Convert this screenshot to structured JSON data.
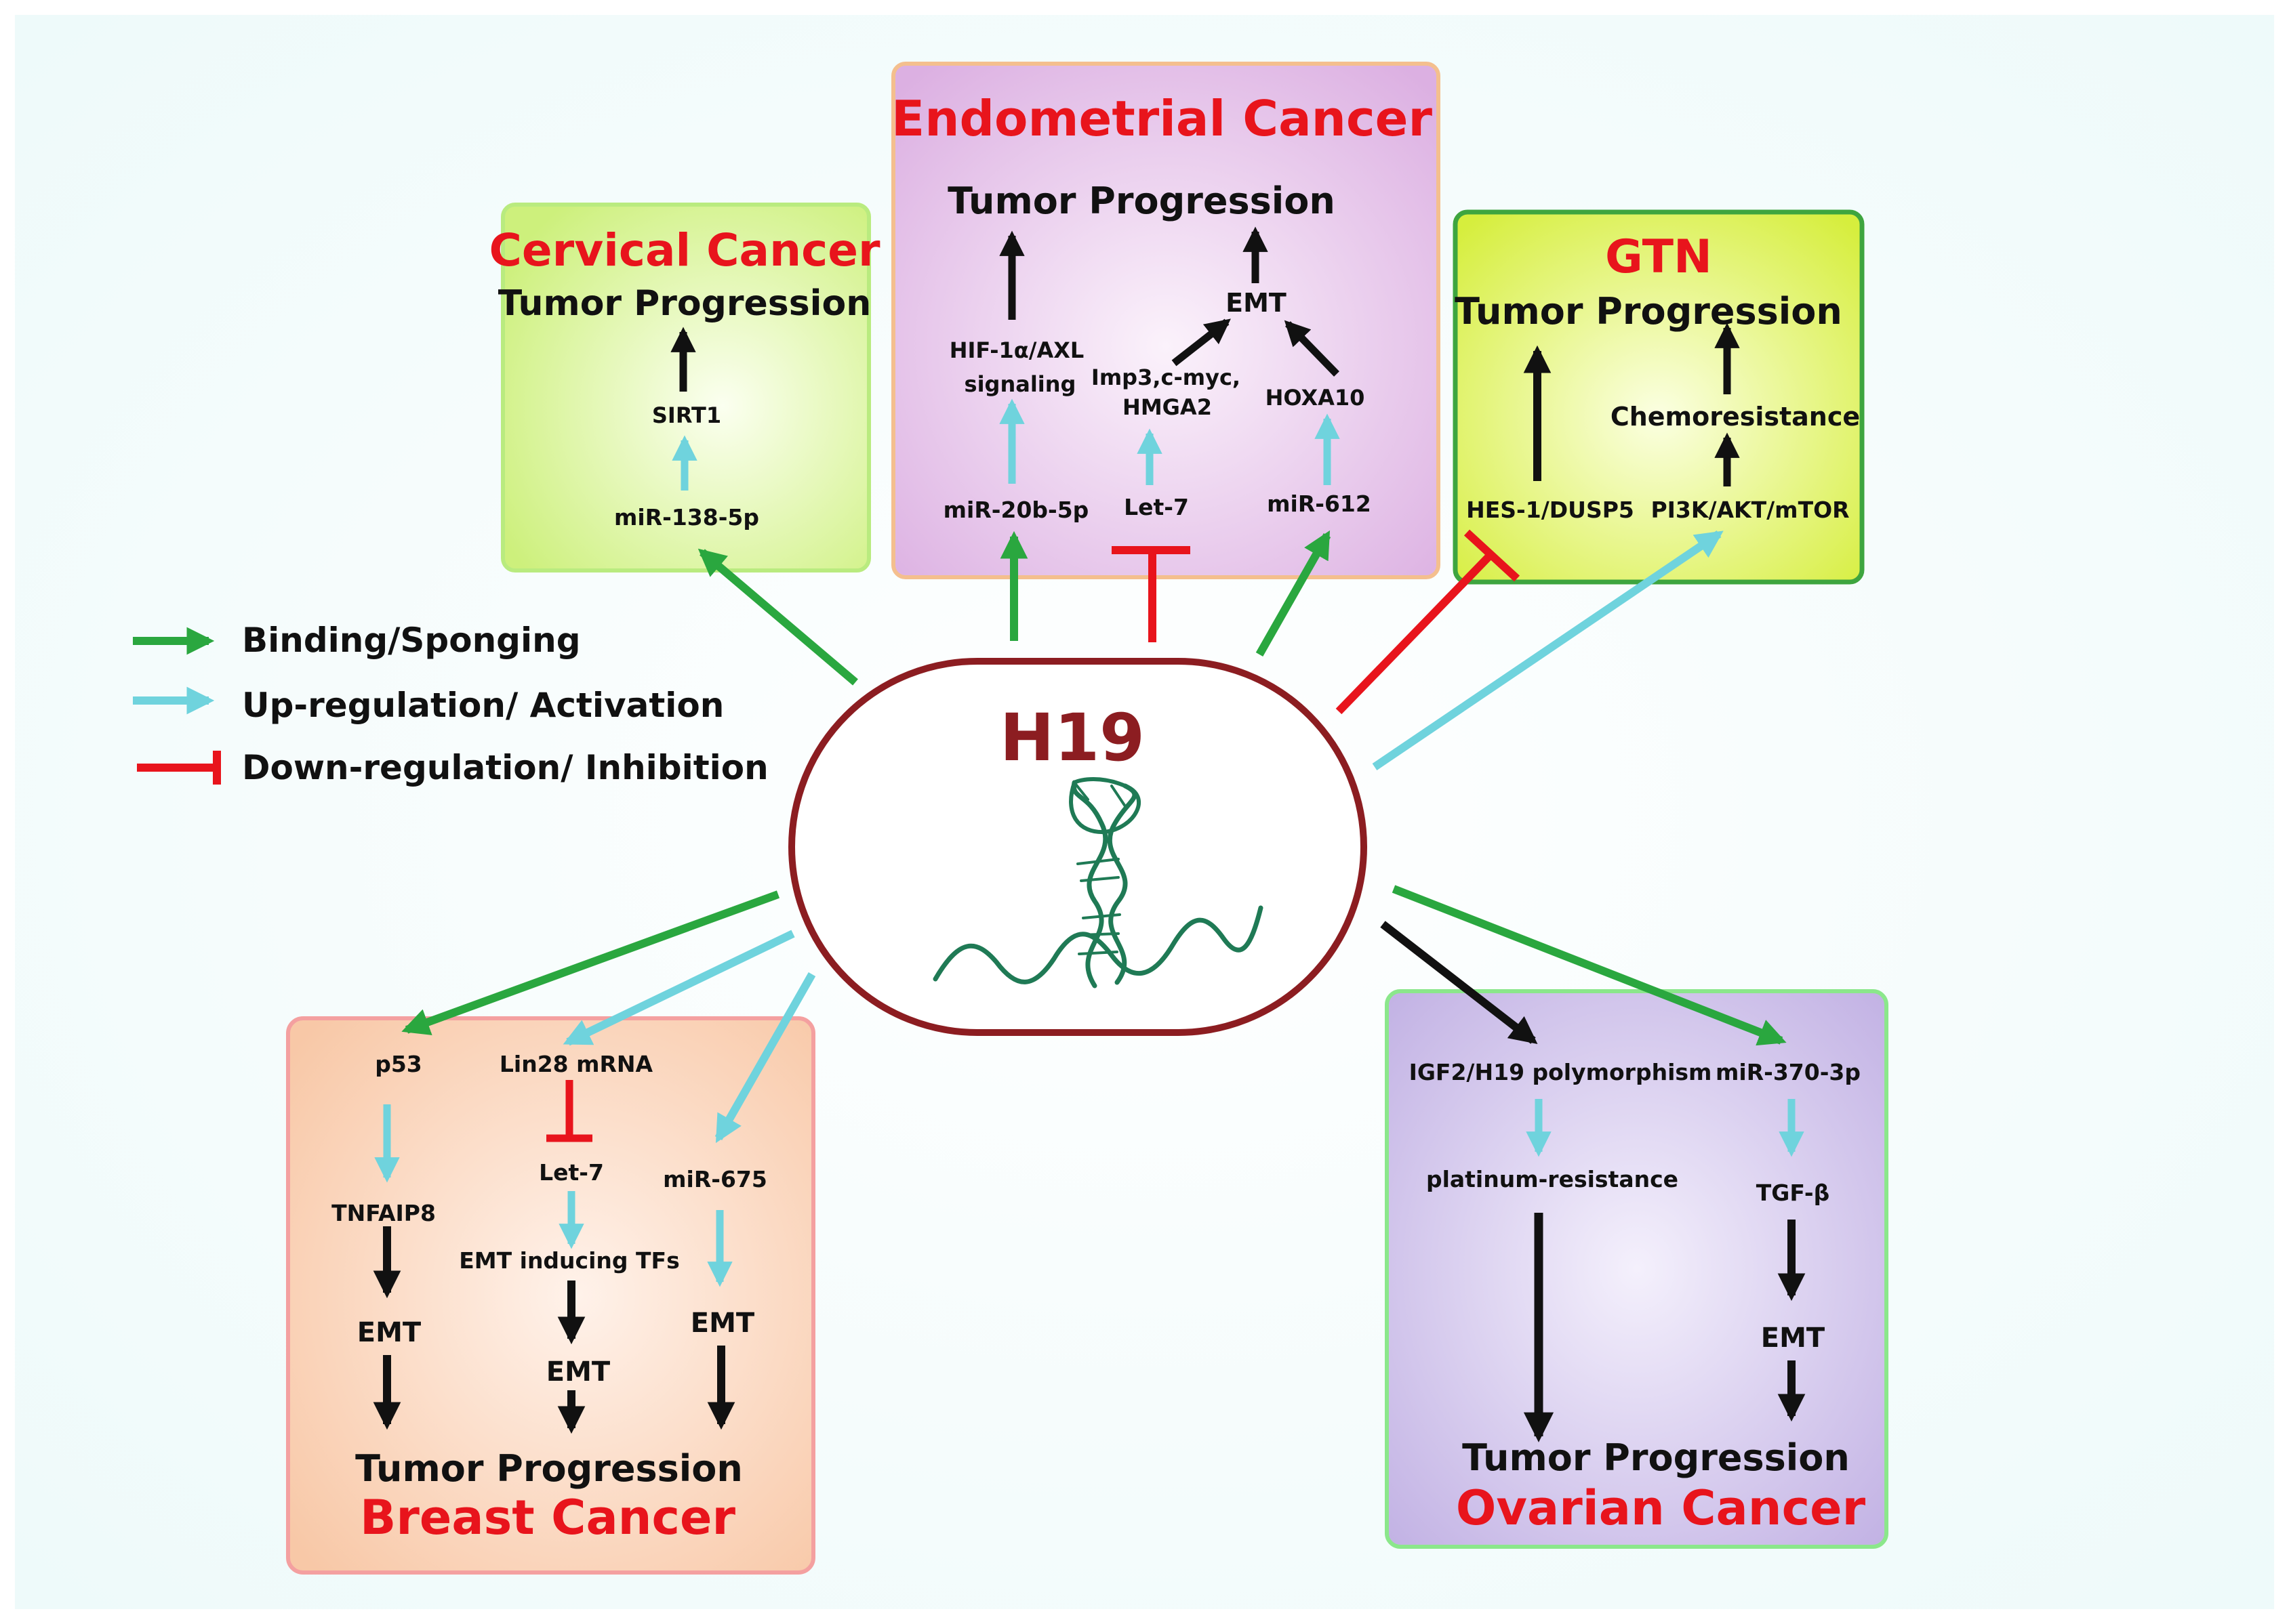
{
  "colors": {
    "binding": "#2aa73f",
    "upregulation": "#6fd3dd",
    "inhibition": "#e8141c",
    "black_arrow": "#111111",
    "h19_border": "#8c1d21",
    "cancer_title": "#e8141c"
  },
  "legend": {
    "binding": "Binding/Sponging",
    "upregulation": "Up-regulation/ Activation",
    "inhibition": "Down-regulation/ Inhibition"
  },
  "center": {
    "title": "H19",
    "graphic": "rna-helix-icon"
  },
  "cervical": {
    "title": "Cervical Cancer",
    "outcome": "Tumor Progression",
    "sirt1": "SIRT1",
    "mir": "miR-138-5p"
  },
  "endometrial": {
    "title": "Endometrial Cancer",
    "outcome": "Tumor Progression",
    "hif_line1": "HIF-1α/AXL",
    "hif_line2": "signaling",
    "emt": "EMT",
    "imp_line1": "Imp3,c-myc,",
    "imp_line2": "HMGA2",
    "hoxa10": "HOXA10",
    "mir20b": "miR-20b-5p",
    "let7": "Let-7",
    "mir612": "miR-612"
  },
  "gtn": {
    "title": "GTN",
    "outcome": "Tumor Progression",
    "chemo": "Chemoresistance",
    "hes": "HES-1/DUSP5",
    "pi3k": "PI3K/AKT/mTOR"
  },
  "breast": {
    "p53": "p53",
    "lin28": "Lin28 mRNA",
    "tnfaip8": "TNFAIP8",
    "let7": "Let-7",
    "mir675": "miR-675",
    "emt_tfs": "EMT inducing TFs",
    "emt1": "EMT",
    "emt2": "EMT",
    "emt3": "EMT",
    "outcome": "Tumor Progression",
    "title": "Breast Cancer"
  },
  "ovarian": {
    "igf2": "IGF2/H19 polymorphism",
    "mir370": "miR-370-3p",
    "platinum": "platinum-resistance",
    "tgfb": "TGF-β",
    "emt": "EMT",
    "outcome": "Tumor Progression",
    "title": "Ovarian Cancer"
  }
}
